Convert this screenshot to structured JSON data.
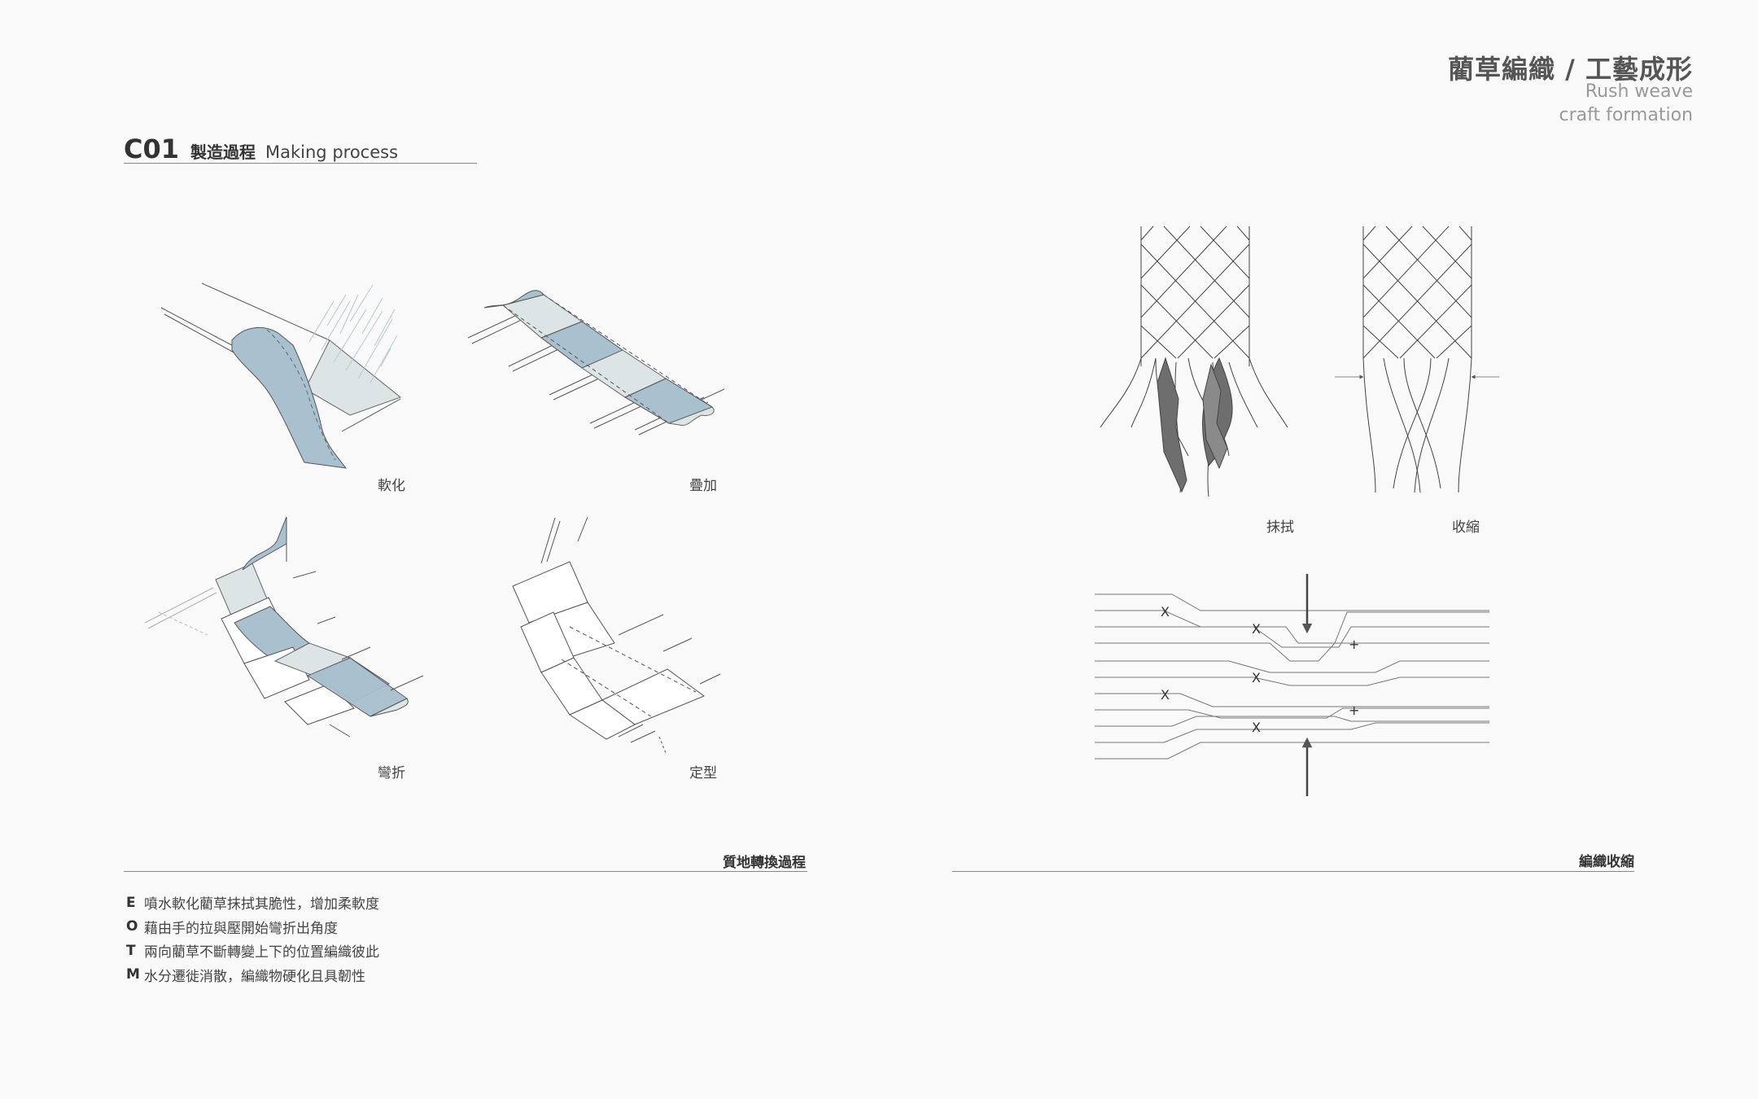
{
  "header": {
    "title_zh": "藺草編織 / 工藝成形",
    "title_en_line1": "Rush weave",
    "title_en_line2": "craft formation"
  },
  "section": {
    "code": "C01",
    "title_zh": "製造過程",
    "title_en": "Making process"
  },
  "steps": [
    {
      "label": "軟化"
    },
    {
      "label": "疊加"
    },
    {
      "label": "彎折"
    },
    {
      "label": "定型"
    }
  ],
  "weave": {
    "labels": [
      "抹拭",
      "收縮"
    ],
    "marks": [
      "X",
      "X",
      "X",
      "X",
      "X",
      "+",
      "+"
    ]
  },
  "footers": {
    "left": "質地轉換過程",
    "right": "編織收縮"
  },
  "notes": [
    {
      "key": "E",
      "text": "噴水軟化藺草抹拭其脆性，增加柔軟度"
    },
    {
      "key": "O",
      "text": "藉由手的拉與壓開始彎折出角度"
    },
    {
      "key": "T",
      "text": "兩向藺草不斷轉變上下的位置編織彼此"
    },
    {
      "key": "M",
      "text": "水分遷徙消散，編織物硬化且具韌性"
    }
  ],
  "colors": {
    "blue": "#a9c0cf",
    "pale": "#dde4e6",
    "dark_strand": "#6e6e6e"
  }
}
